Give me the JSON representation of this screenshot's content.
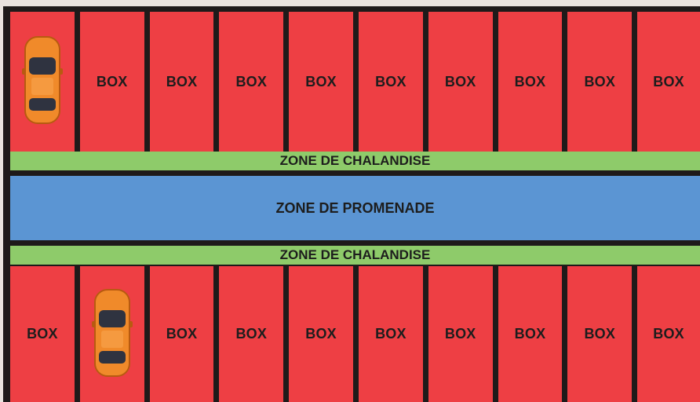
{
  "top_row": [
    "",
    "BOX",
    "BOX",
    "BOX",
    "BOX",
    "BOX",
    "BOX",
    "BOX",
    "BOX",
    "BOX"
  ],
  "bottom_row": [
    "BOX",
    "",
    "BOX",
    "BOX",
    "BOX",
    "BOX",
    "BOX",
    "BOX",
    "BOX",
    "BOX"
  ],
  "zones": {
    "chalandise_top": "ZONE DE CHALANDISE",
    "promenade": "ZONE DE PROMENADE",
    "chalandise_bottom": "ZONE DE CHALANDISE"
  },
  "colors": {
    "box": "#ee3f44",
    "chalandise": "#8ecb6a",
    "promenade": "#5b95d3",
    "car": "#f08a2a"
  },
  "icons": {
    "car_top": "car-icon",
    "car_bottom": "car-icon"
  }
}
